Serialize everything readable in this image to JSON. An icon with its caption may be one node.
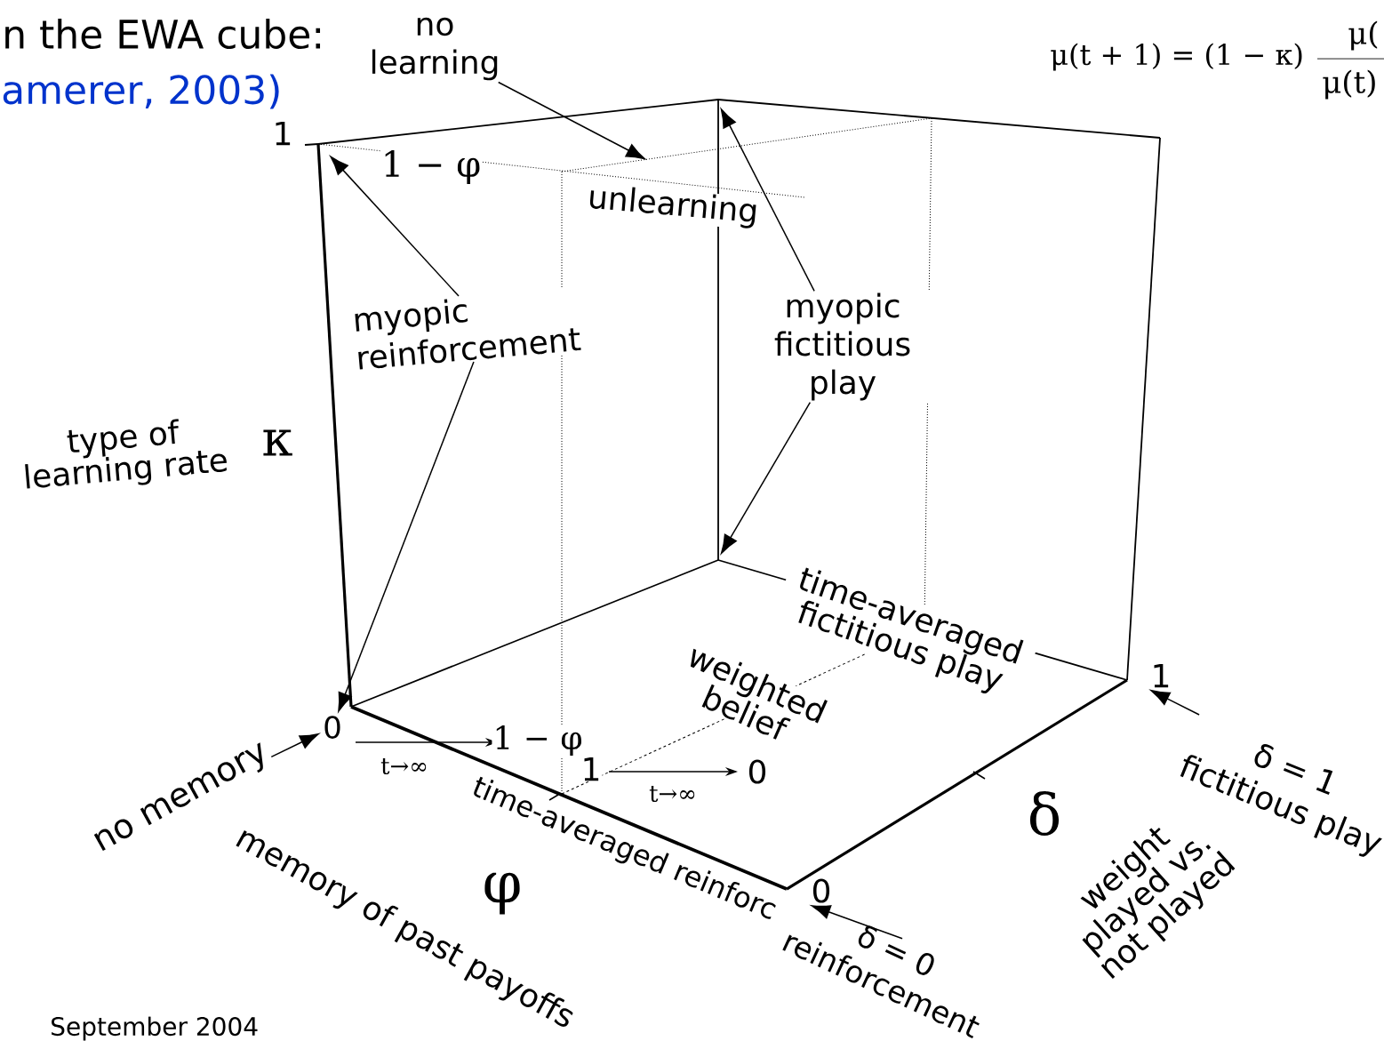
{
  "diagram": {
    "title": "n the EWA cube:",
    "nodes": [
      {
        "text": [
          "no learning"
        ]
      },
      {
        "text": [
          "myopic reinforcement"
        ]
      },
      {
        "text": [
          "myopic fictitious play"
        ]
      },
      {
        "text": [
          "no memory"
        ]
      },
      {
        "text": [
          "δ = 1",
          "fictitious play"
        ]
      },
      {
        "text": [
          "δ = 0",
          "reinforcement"
        ]
      },
      {
        "text": [
          "0"
        ]
      },
      {
        "text": [
          "1"
        ]
      },
      {
        "text": [
          "0"
        ]
      }
    ],
    "edges": [
      {
        "from": 0,
        "to": null,
        "arrow": "to"
      },
      {
        "from": 1,
        "to": null,
        "arrow": "to"
      },
      {
        "from": 1,
        "to": 6,
        "arrow": "to"
      },
      {
        "from": 2,
        "to": null,
        "arrow": "to"
      },
      {
        "from": 2,
        "to": null,
        "arrow": "to"
      },
      {
        "from": 3,
        "to": 6,
        "arrow": "to"
      },
      {
        "from": 4,
        "to": 7,
        "arrow": "to"
      },
      {
        "from": 5,
        "to": 8,
        "arrow": "to"
      }
    ],
    "labels": [
      "amerer, 2003)",
      "μ(t + 1) = (1 − κ)",
      "μ(",
      "μ(t)",
      "1",
      "1 − φ",
      "unlearning",
      "type of learning rate",
      "κ",
      "time-averaged fictitious play",
      "weighted belief",
      "1 − φ",
      "t→∞",
      "time-averaged reinforc",
      "1",
      "0",
      "t→∞",
      "φ",
      "memory of past payoffs",
      "δ",
      "weight played vs. not played",
      "September 2004"
    ]
  }
}
